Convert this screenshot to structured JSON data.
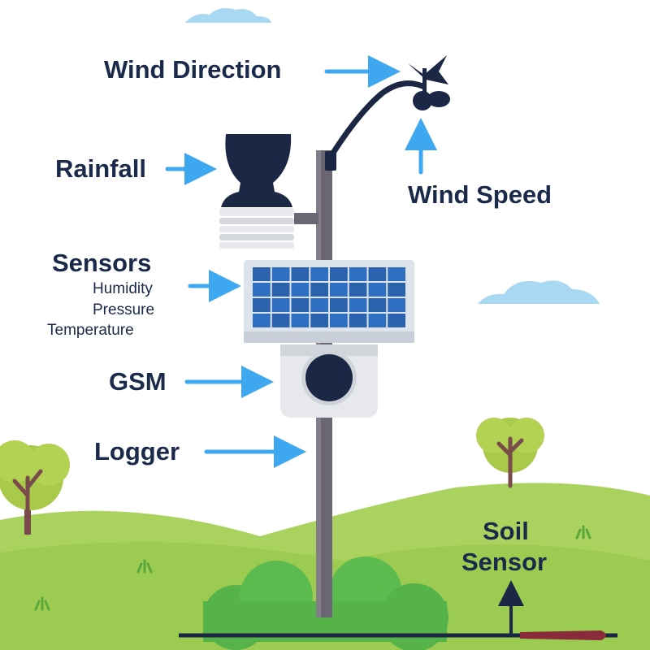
{
  "labels": {
    "wind_direction": "Wind Direction",
    "wind_speed": "Wind Speed",
    "rainfall": "Rainfall",
    "sensors": "Sensors",
    "humidity": "Humidity",
    "pressure": "Pressure",
    "temperature": "Temperature",
    "gsm": "GSM",
    "logger": "Logger",
    "soil_sensor_line1": "Soil",
    "soil_sensor_line2": "Sensor"
  },
  "colors": {
    "arrow": "#3da8f0",
    "text": "#1b2a4a",
    "pole": "#6b6673",
    "grass": "#a9d35e",
    "grass_dark": "#8fbf45",
    "bush": "#55b34a",
    "panel": "#2c67b6",
    "device": "#1b2744",
    "tree_trunk": "#7a4b4b",
    "probe": "#8a2b3b"
  }
}
